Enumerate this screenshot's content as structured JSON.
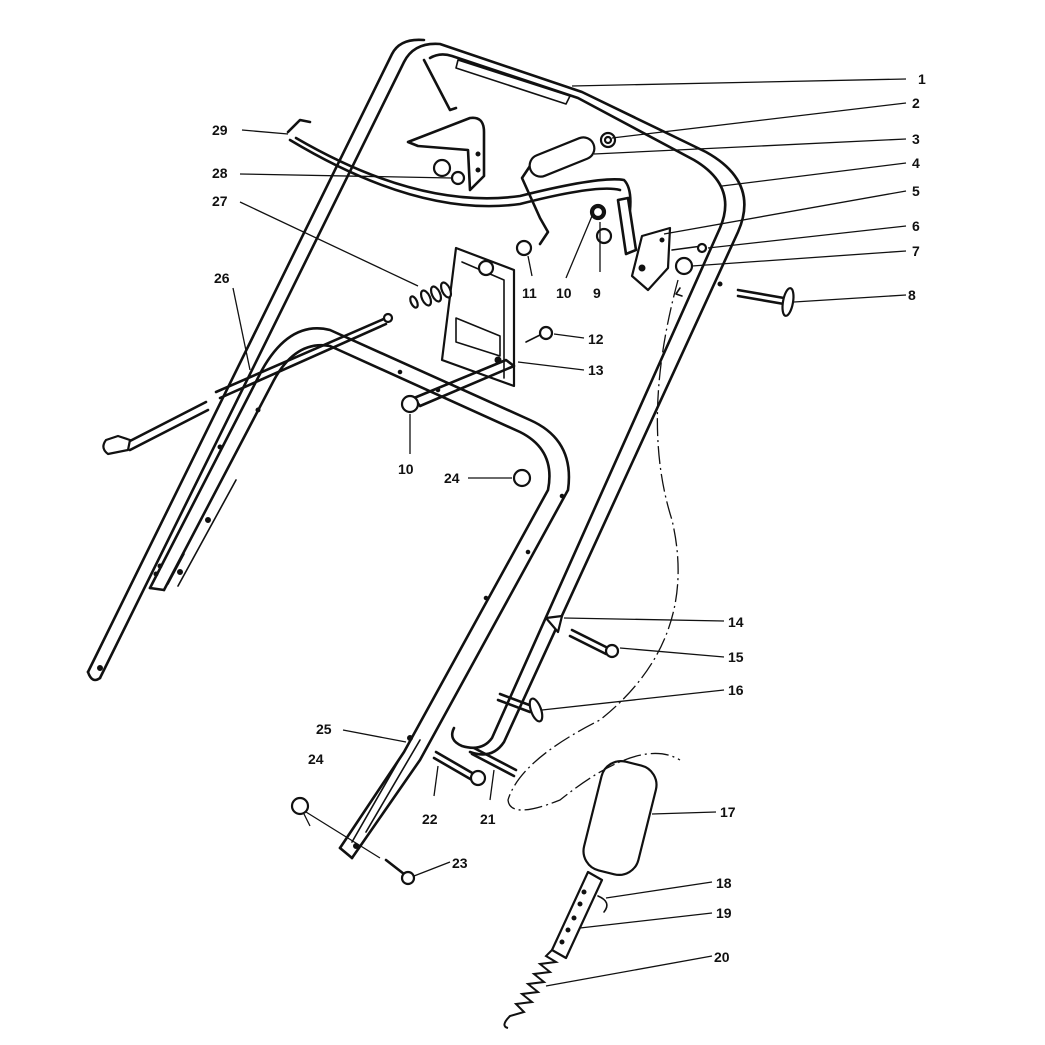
{
  "callouts": {
    "c1": "1",
    "c2": "2",
    "c3": "3",
    "c4": "4",
    "c5": "5",
    "c6": "6",
    "c7": "7",
    "c8": "8",
    "c9": "9",
    "c10a": "10",
    "c10b": "10",
    "c11": "11",
    "c12": "12",
    "c13": "13",
    "c14": "14",
    "c15": "15",
    "c16": "16",
    "c17": "17",
    "c18": "18",
    "c19": "19",
    "c20": "20",
    "c21": "21",
    "c22": "22",
    "c23": "23",
    "c24a": "24",
    "c24b": "24",
    "c25": "25",
    "c26": "26",
    "c27": "27",
    "c28": "28",
    "c29": "29"
  }
}
